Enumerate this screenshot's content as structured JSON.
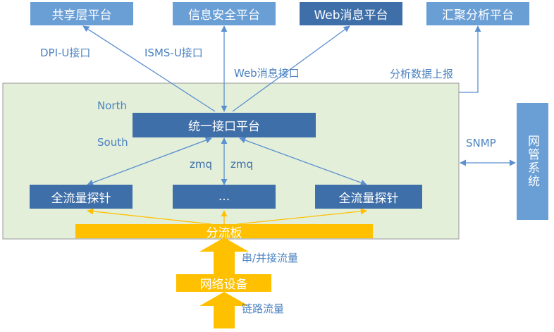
{
  "top_platforms": [
    "共享层平台",
    "信息安全平台",
    "Web消息平台",
    "汇聚分析平台"
  ],
  "top_interfaces": [
    "DPI-U接口",
    "ISMS-U接口",
    "Web消息接口",
    "分析数据上报"
  ],
  "unified_platform": "统一接口平台",
  "north_label": "North",
  "south_label": "South",
  "probes": [
    "全流量探针",
    "...",
    "全流量探针"
  ],
  "zmq_labels": [
    "zmq",
    "zmq"
  ],
  "splitter": "分流板",
  "serial_parallel_flow": "串/并接流量",
  "network_device": "网络设备",
  "link_flow": "链路流量",
  "snmp_label": "SNMP",
  "nms": "网管系统",
  "colors": {
    "dark_blue": "#3f6fa8",
    "light_blue": "#6a9fd6",
    "yellow": "#ffc000",
    "panel": "#e3efd9"
  }
}
